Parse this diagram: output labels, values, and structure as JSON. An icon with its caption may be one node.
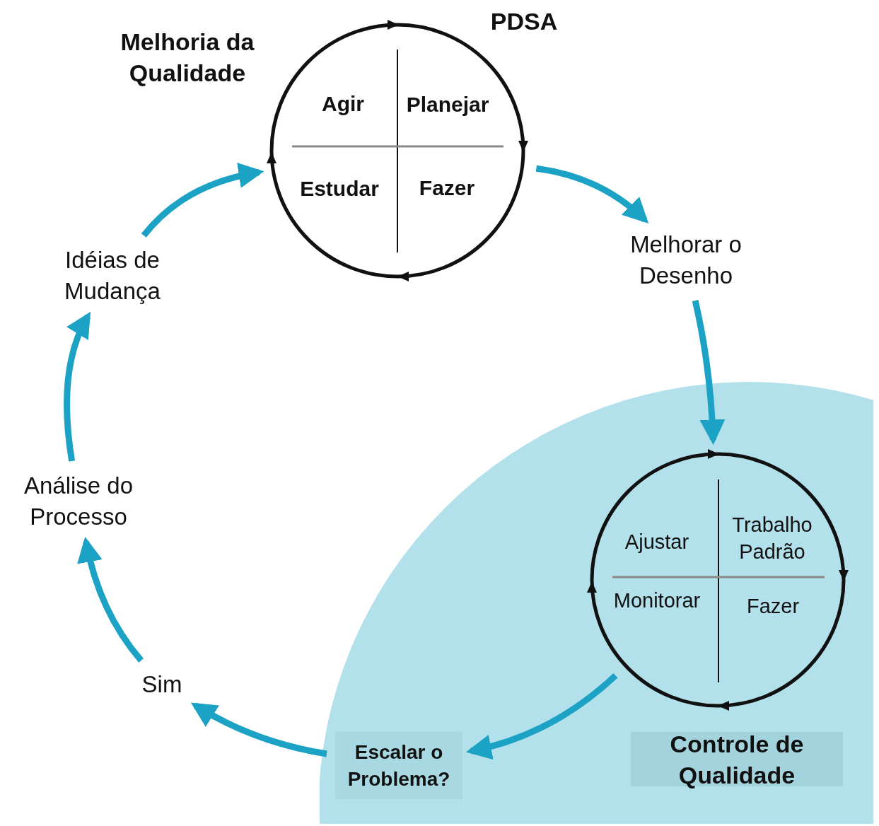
{
  "diagram": {
    "nodes": [
      {
        "text": [
          "PDSA",
          "Agir",
          "Planejar",
          "Estudar",
          "Fazer"
        ]
      },
      {
        "text": [
          "Melhorar o Desenho"
        ]
      },
      {
        "text": [
          "Controle de Qualidade"
        ]
      },
      {
        "text": [
          "Ajustar",
          "Trabalho Padrão",
          "Monitorar",
          "Fazer"
        ],
        "in": 2
      },
      {
        "text": [
          "Escalar o Problema?"
        ],
        "in": 2
      },
      {
        "text": [
          "Sim"
        ]
      },
      {
        "text": [
          "Análise do Processo"
        ]
      },
      {
        "text": [
          "Idéias de Mudança"
        ]
      }
    ],
    "edges": [
      {
        "from": 0,
        "to": 1,
        "arrow": "to"
      },
      {
        "from": 1,
        "to": 3,
        "arrow": "to"
      },
      {
        "from": 3,
        "to": 4,
        "arrow": "to"
      },
      {
        "from": 4,
        "to": 5,
        "arrow": "to"
      },
      {
        "from": 5,
        "to": 6,
        "arrow": "to"
      },
      {
        "from": 6,
        "to": 7,
        "arrow": "to"
      },
      {
        "from": 7,
        "to": 0,
        "arrow": "to"
      }
    ],
    "labels": [
      "Melhoria da Qualidade"
    ]
  }
}
